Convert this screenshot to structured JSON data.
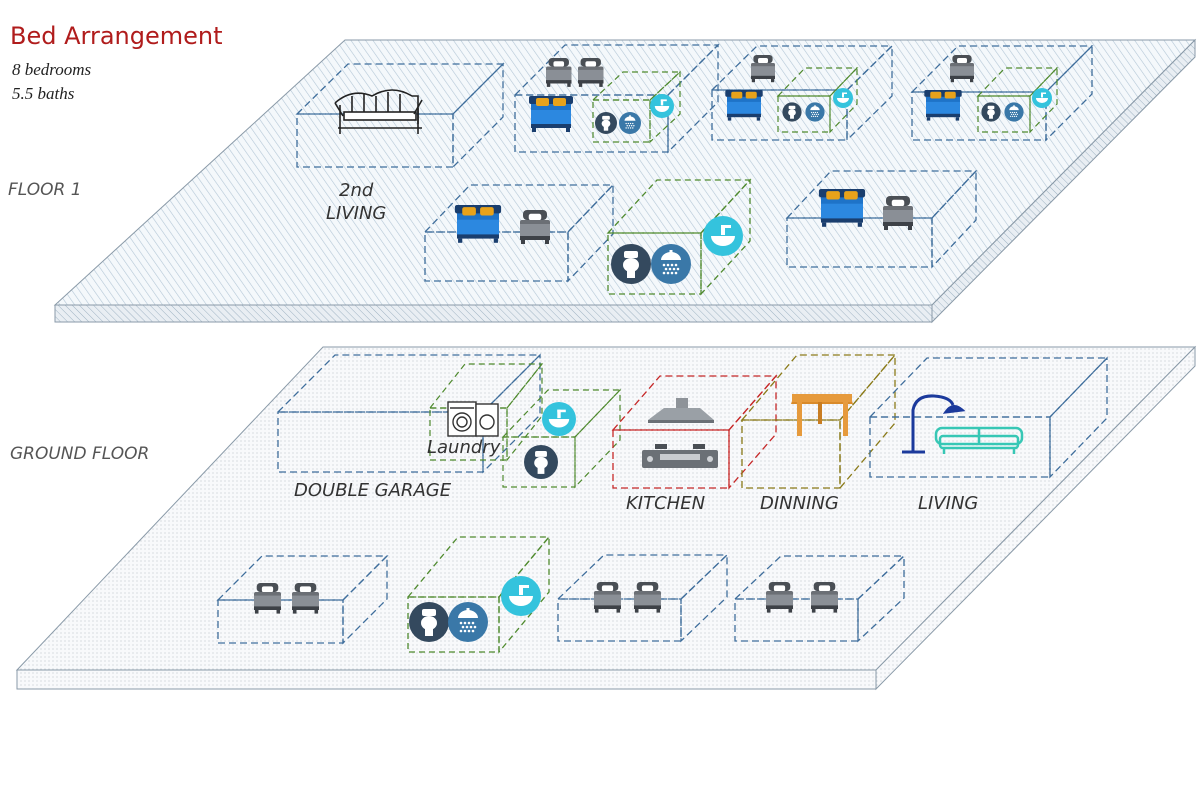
{
  "header": {
    "title": "Bed Arrangement",
    "bedrooms": "8 bedrooms",
    "baths": "5.5 baths"
  },
  "floors": {
    "floor1": "FLOOR 1",
    "ground": "GROUND FLOOR"
  },
  "rooms": {
    "second_living_line1": "2nd",
    "second_living_line2": "LIVING",
    "laundry": "Laundry",
    "garage": "DOUBLE GARAGE",
    "kitchen": "KITCHEN",
    "dining": "DINNING",
    "living": "LIVING"
  },
  "colors": {
    "title": "#b01c1c",
    "room_box": "#3f6e9c",
    "bath_box": "#4f8a2e",
    "kitchen_box": "#c62828",
    "dining_box": "#8a7a18",
    "bed_blue": "#1e73c8",
    "pillow": "#e8a21a",
    "bed_grey": "#6b6f75",
    "toilet_circle": "#34495e",
    "shower_circle": "#3a78a8",
    "sink_circle": "#34c3dd",
    "table": "#e69a3c",
    "sofa": "#37c7b5",
    "lamp": "#1c3a9c"
  }
}
